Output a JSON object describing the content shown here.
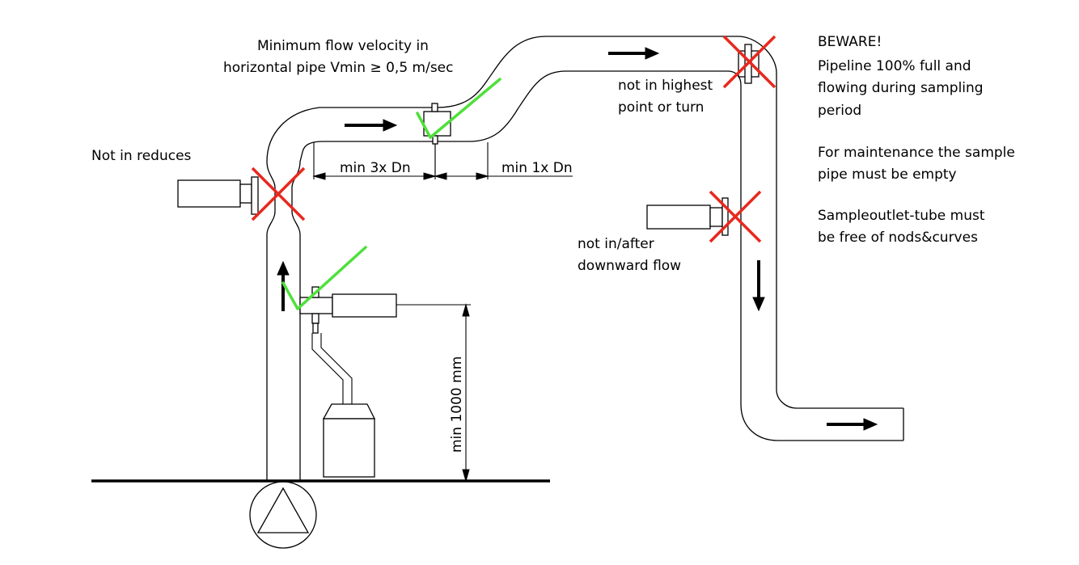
{
  "labels": {
    "velocity_line1": "Minimum flow velocity in",
    "velocity_line2": "horizontal pipe Vmin ≥ 0,5 m/sec",
    "not_in_reduces": "Not in reduces",
    "min_3x_dn": "min 3x Dn",
    "min_1x_dn": "min 1x Dn",
    "highest_line1": "not in highest",
    "highest_line2": "point or turn",
    "downward_line1": "not in/after",
    "downward_line2": "downward flow",
    "min_1000_mm": "min 1000 mm"
  },
  "notes": {
    "beware_line1": "BEWARE!",
    "beware_line2": "Pipeline  100% full and",
    "beware_line3": "flowing during sampling",
    "beware_line4": "period",
    "maintenance_line1": "For maintenance the sample",
    "maintenance_line2": "pipe must be empty",
    "outlet_line1": "Sampleoutlet-tube must",
    "outlet_line2": "be free of nods&curves"
  },
  "colors": {
    "wrong": "#e8281e",
    "correct": "#4ee03a",
    "line": "#000000"
  }
}
